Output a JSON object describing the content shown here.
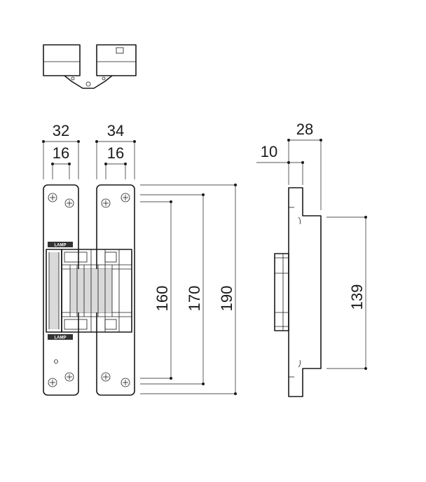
{
  "dimensions": {
    "top_left_width": "32",
    "top_left_spacing": "16",
    "top_right_width": "34",
    "top_right_spacing": "16",
    "height_160": "160",
    "height_170": "170",
    "height_190": "190",
    "side_offset": "10",
    "side_depth": "28",
    "side_height": "139"
  },
  "logo": {
    "text_top": "LAMP",
    "text_bottom": "LAMP"
  }
}
